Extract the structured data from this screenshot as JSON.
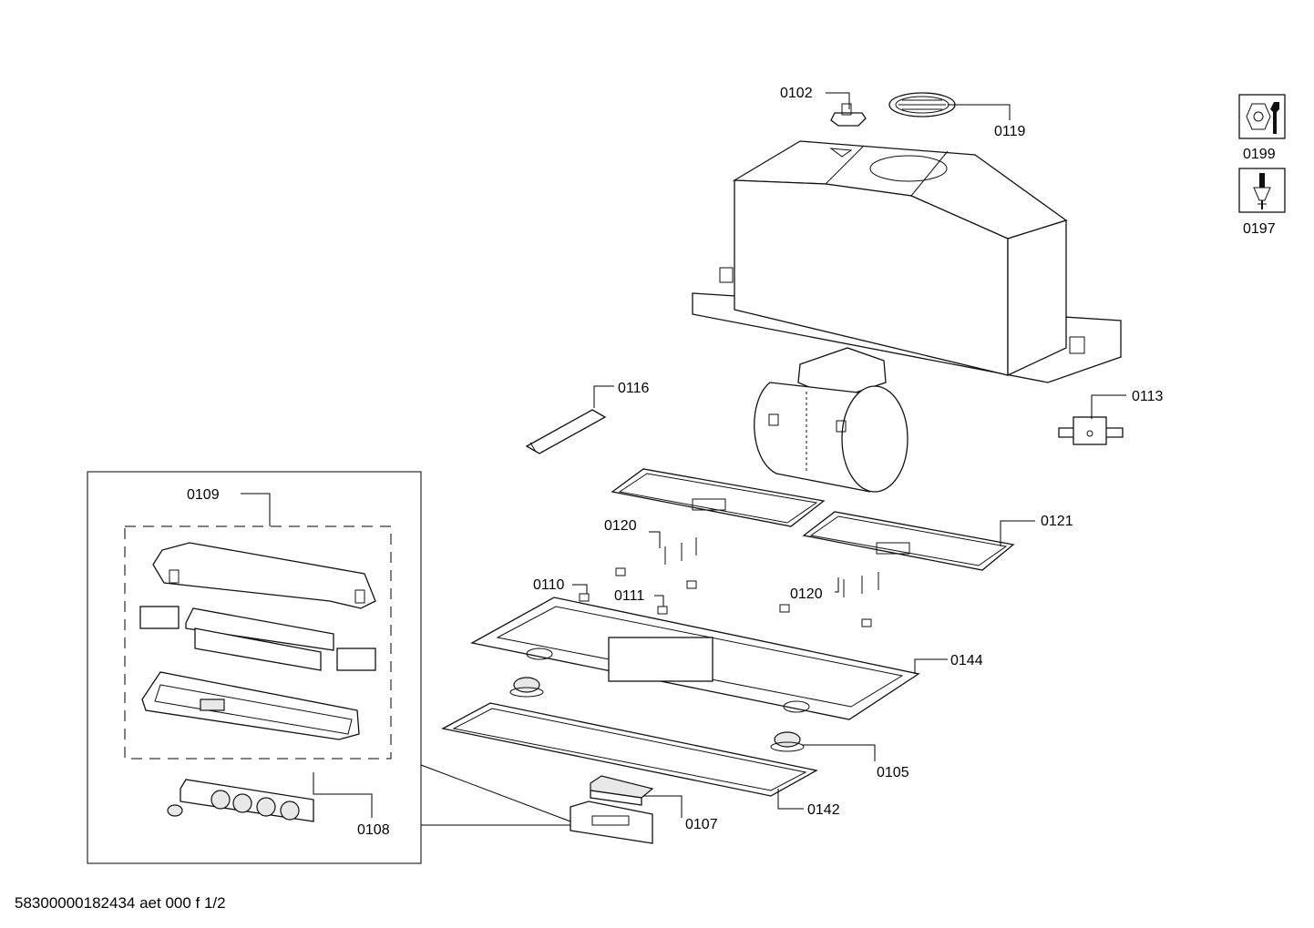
{
  "labels": {
    "p0102": "0102",
    "p0119": "0119",
    "p0199": "0199",
    "p0197": "0197",
    "p0116": "0116",
    "p0113": "0113",
    "p0109": "0109",
    "p0120a": "0120",
    "p0121": "0121",
    "p0110": "0110",
    "p0111": "0111",
    "p0120b": "0120",
    "p0144": "0144",
    "p0105": "0105",
    "p0142": "0142",
    "p0107": "0107",
    "p0108": "0108"
  },
  "footer": {
    "document_id": "58300000182434 aet 000 f 1/2"
  },
  "icons": {
    "tool_0199": "wrench-nut-icon",
    "tool_0197": "screwdriver-icon"
  }
}
